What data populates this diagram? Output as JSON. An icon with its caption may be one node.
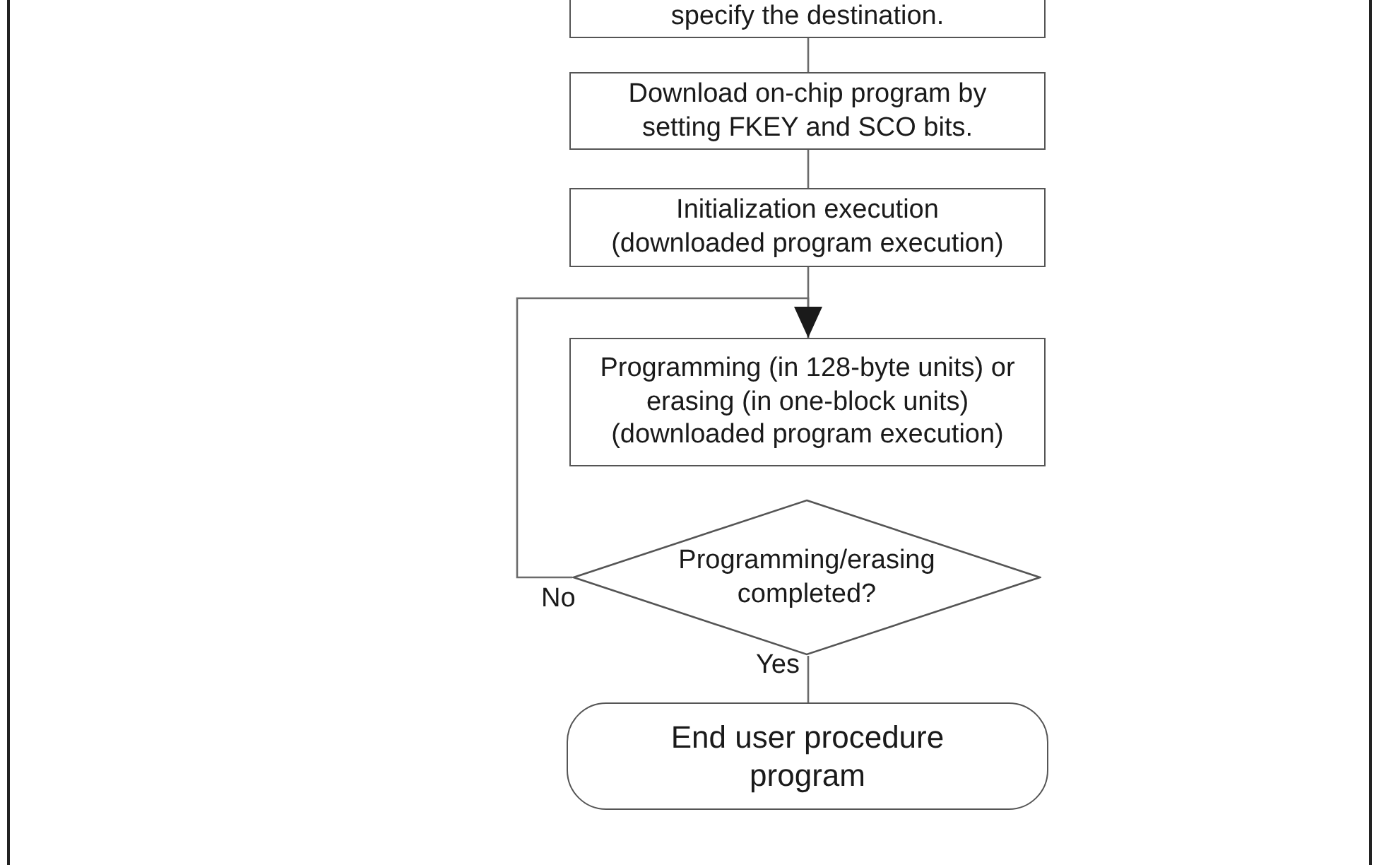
{
  "diagram": {
    "nodes": [
      {
        "text": [
          "specify the destination."
        ]
      },
      {
        "text": [
          "Download on-chip program by setting FKEY and SCO bits."
        ]
      },
      {
        "text": [
          "Initialization execution (downloaded program execution)"
        ]
      },
      {
        "text": [
          "Programming (in 128-byte units) or erasing (in one-block units) (downloaded program execution)"
        ]
      },
      {
        "text": [
          "Programming/erasing completed?"
        ]
      },
      {
        "text": [
          "End user procedure program"
        ]
      }
    ],
    "edges": [
      {
        "from": 0,
        "to": 1,
        "arrow": "none"
      },
      {
        "from": 1,
        "to": 2,
        "arrow": "none"
      },
      {
        "from": 2,
        "to": 3,
        "arrow": "none"
      },
      {
        "from": 4,
        "to": 3,
        "arrow": "to",
        "label": "No"
      },
      {
        "from": 4,
        "to": 5,
        "arrow": "none",
        "label": "Yes"
      }
    ]
  }
}
